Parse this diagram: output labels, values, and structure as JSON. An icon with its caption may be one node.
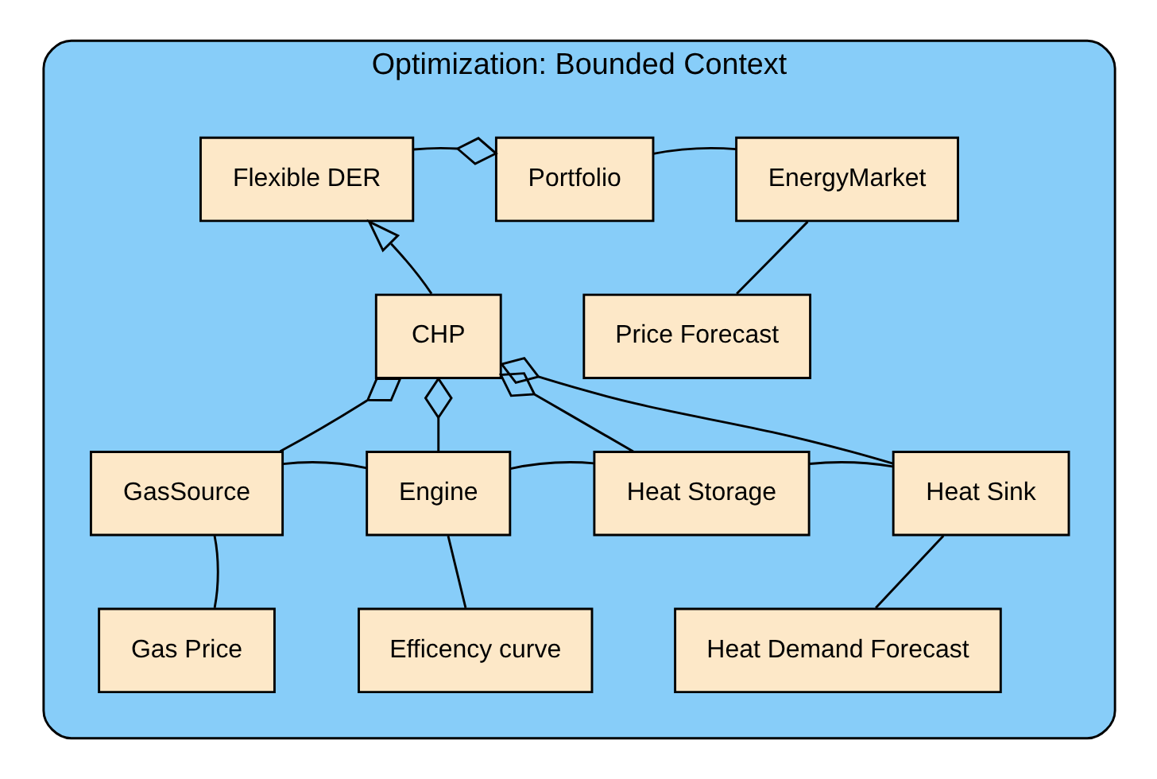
{
  "diagram": {
    "nodes": [
      {
        "text": [
          "Optimization: Bounded Context"
        ]
      },
      {
        "text": [
          "Flexible DER"
        ],
        "in": 0
      },
      {
        "text": [
          "Portfolio"
        ],
        "in": 0
      },
      {
        "text": [
          "EnergyMarket"
        ],
        "in": 0
      },
      {
        "text": [
          "CHP"
        ],
        "in": 0
      },
      {
        "text": [
          "Price Forecast"
        ],
        "in": 0
      },
      {
        "text": [
          "GasSource"
        ],
        "in": 0
      },
      {
        "text": [
          "Engine"
        ],
        "in": 0
      },
      {
        "text": [
          "Heat Storage"
        ],
        "in": 0
      },
      {
        "text": [
          "Heat Sink"
        ],
        "in": 0
      },
      {
        "text": [
          "Gas Price"
        ],
        "in": 0
      },
      {
        "text": [
          "Efficency curve"
        ],
        "in": 0
      },
      {
        "text": [
          "Heat Demand Forecast"
        ],
        "in": 0
      }
    ],
    "edges": [
      {
        "from": 2,
        "to": 1,
        "arrow": "other"
      },
      {
        "from": 2,
        "to": 3,
        "arrow": "none"
      },
      {
        "from": 4,
        "to": 1,
        "arrow": "to"
      },
      {
        "from": 3,
        "to": 5,
        "arrow": "none"
      },
      {
        "from": 4,
        "to": 6,
        "arrow": "other"
      },
      {
        "from": 4,
        "to": 7,
        "arrow": "other"
      },
      {
        "from": 4,
        "to": 8,
        "arrow": "other"
      },
      {
        "from": 4,
        "to": 9,
        "arrow": "other"
      },
      {
        "from": 6,
        "to": 7,
        "arrow": "none"
      },
      {
        "from": 7,
        "to": 8,
        "arrow": "none"
      },
      {
        "from": 8,
        "to": 9,
        "arrow": "none"
      },
      {
        "from": 6,
        "to": 10,
        "arrow": "none"
      },
      {
        "from": 7,
        "to": 11,
        "arrow": "none"
      },
      {
        "from": 9,
        "to": 12,
        "arrow": "none"
      }
    ]
  }
}
